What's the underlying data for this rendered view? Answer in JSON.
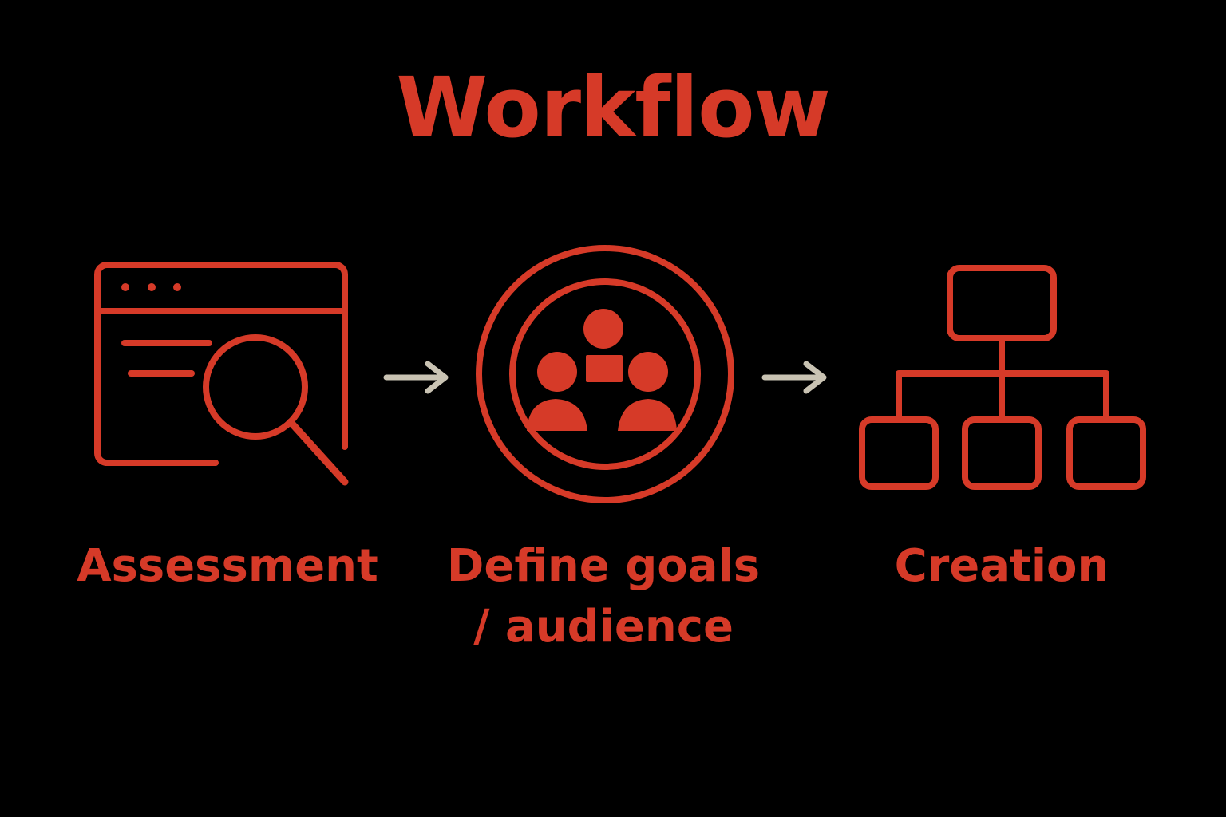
{
  "colors": {
    "background": "#000000",
    "accent": "#d63a28",
    "arrow": "#c9c3b3"
  },
  "title": "Workflow",
  "steps": [
    {
      "icon": "browser-search-icon",
      "label_lines": [
        "Assessment"
      ]
    },
    {
      "icon": "team-audience-icon",
      "label_lines": [
        "Define goals",
        "/ audience"
      ]
    },
    {
      "icon": "hierarchy-chart-icon",
      "label_lines": [
        "Creation"
      ]
    }
  ],
  "connectors": [
    "arrow-right-icon",
    "arrow-right-icon"
  ]
}
